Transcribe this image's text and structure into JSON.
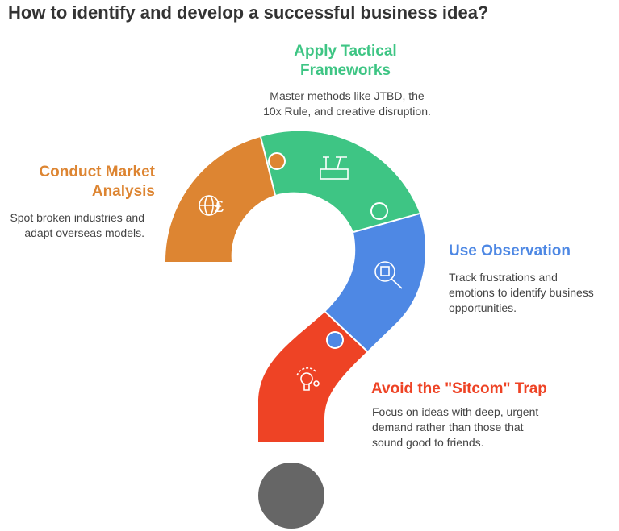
{
  "title": "How to identify and develop a successful business idea?",
  "colors": {
    "orange": "#DD8532",
    "green": "#3EC584",
    "blue": "#4E88E4",
    "red": "#EE4325",
    "dot": "#666666"
  },
  "steps": [
    {
      "heading_1": "Apply Tactical",
      "heading_2": "Frameworks",
      "desc_1": "Master methods like JTBD, the",
      "desc_2": "10x Rule, and creative disruption.",
      "icon": "tools-icon"
    },
    {
      "heading_1": "Conduct Market",
      "heading_2": "Analysis",
      "desc_1": "Spot broken industries and",
      "desc_2": "adapt overseas models.",
      "icon": "globe-pound-icon"
    },
    {
      "heading_1": "Use Observation",
      "desc_1": "Track frustrations and",
      "desc_2": "emotions to identify business",
      "desc_3": "opportunities.",
      "icon": "magnify-building-icon"
    },
    {
      "heading_1": "Avoid the \"Sitcom\" Trap",
      "desc_1": "Focus on ideas with deep, urgent",
      "desc_2": "demand rather than those that",
      "desc_3": "sound good to friends.",
      "icon": "lightbulb-icon"
    }
  ]
}
